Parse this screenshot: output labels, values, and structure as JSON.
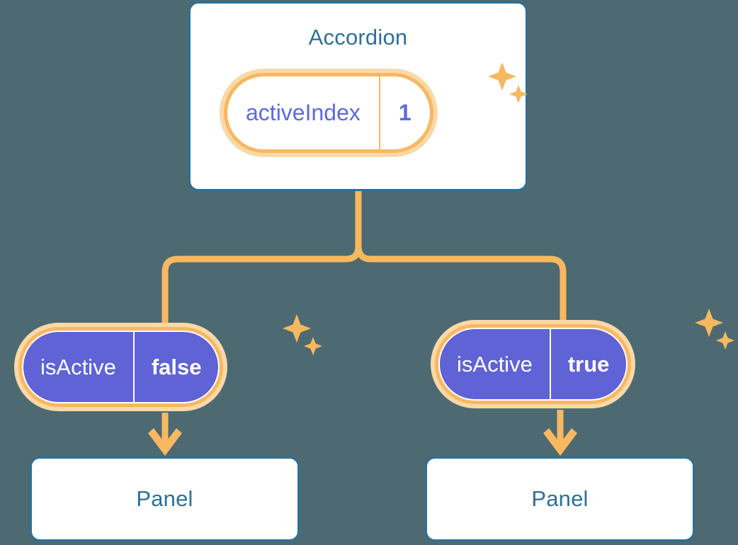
{
  "theme": {
    "background": "#4d6a72",
    "card_border": "#2d7099",
    "card_text": "#2d7099",
    "card_fill": "#ffffff",
    "accent_orange": "#f8b860",
    "accent_orange_glow": "#fad9a8",
    "state_purple": "#5f63d6",
    "state_purple_text": "#5c6ae0",
    "on_purple_text": "#ffffff"
  },
  "diagram": {
    "type": "component-state-tree",
    "root": {
      "name": "accordion-node",
      "title": "Accordion",
      "state": {
        "key": "activeIndex",
        "value": "1"
      },
      "sparkle_icon": "sparkles-icon"
    },
    "branches": [
      {
        "name": "branch-left",
        "side": "left",
        "prop": {
          "key": "isActive",
          "value": "false"
        },
        "sparkle_icon": "sparkles-icon",
        "arrow_icon": "arrow-down-icon",
        "child": {
          "name": "panel-node-left",
          "title": "Panel"
        }
      },
      {
        "name": "branch-right",
        "side": "right",
        "prop": {
          "key": "isActive",
          "value": "true"
        },
        "sparkle_icon": "sparkles-icon",
        "arrow_icon": "arrow-down-icon",
        "child": {
          "name": "panel-node-right",
          "title": "Panel"
        }
      }
    ]
  }
}
